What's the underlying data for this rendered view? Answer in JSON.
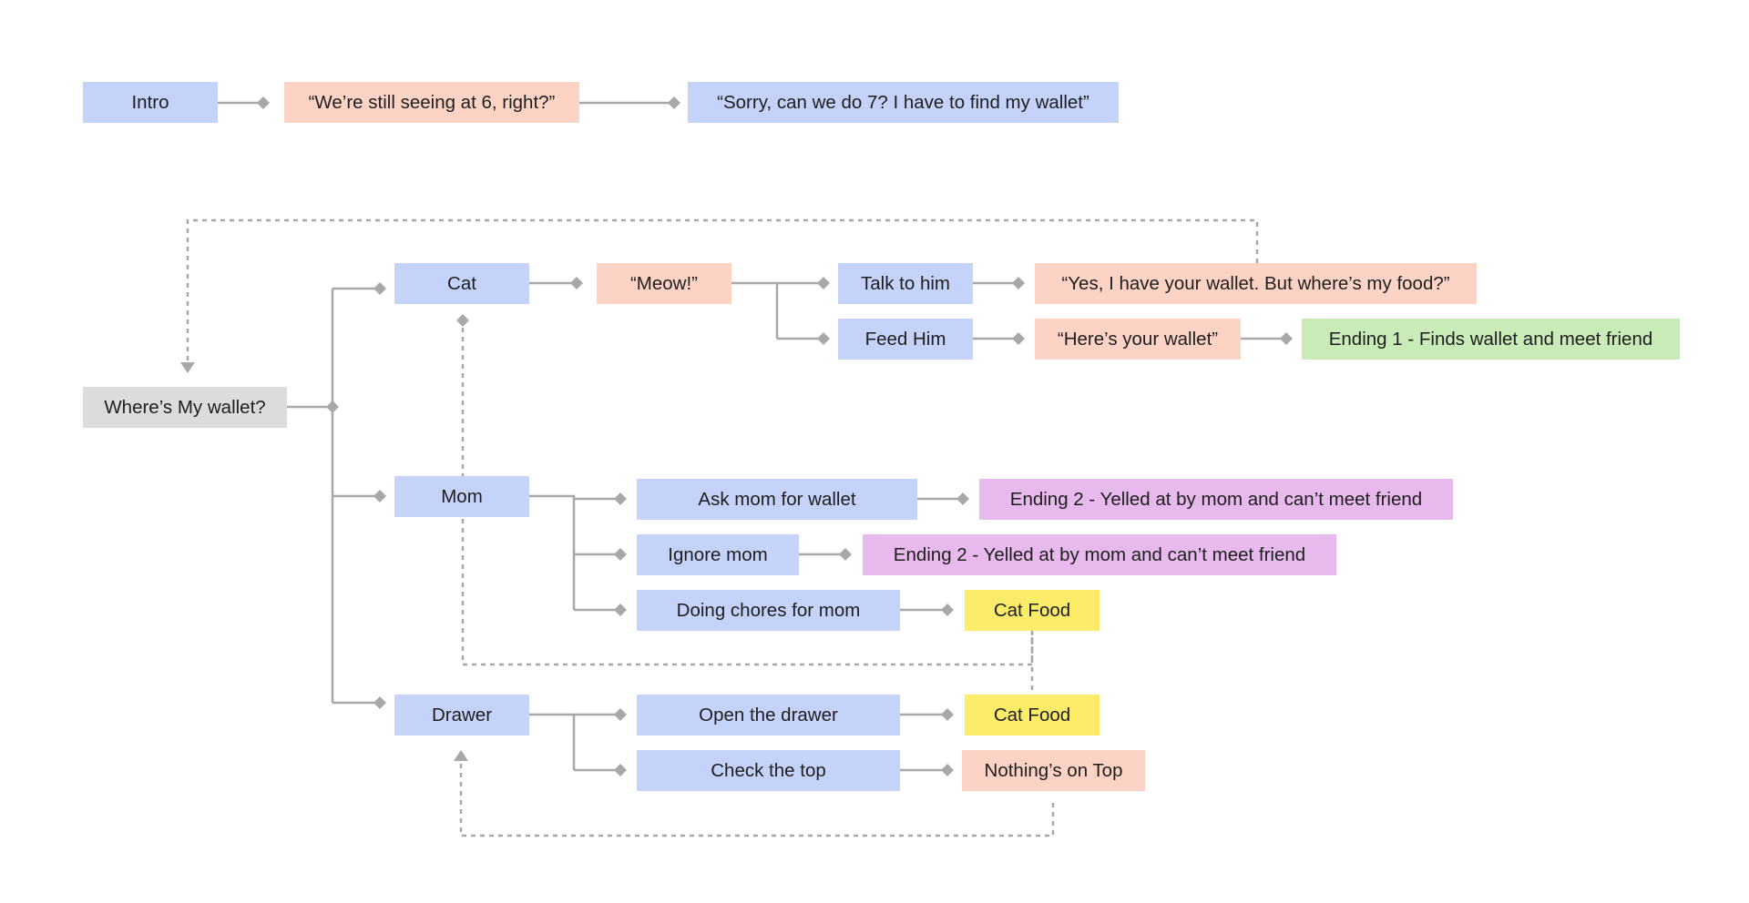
{
  "colors": {
    "character": "#c5d3fb",
    "dialogue": "#fdd3c6",
    "start": "#dcdcdc",
    "good_ending": "#c9ebb8",
    "bad_ending": "#e7b9ec",
    "item": "#fdec6a",
    "connector": "#a8a8a8"
  },
  "intro": {
    "intro": "Intro",
    "question": "“We’re still seeing at 6, right?”",
    "answer": "“Sorry, can we do 7? I have to find my wallet”"
  },
  "start": "Where’s My wallet?",
  "cat": {
    "label": "Cat",
    "meow": "“Meow!”",
    "talk": "Talk to him",
    "talk_reply": "“Yes, I have your wallet. But where’s my food?”",
    "feed": "Feed Him",
    "feed_reply": "“Here’s your wallet”",
    "ending": "Ending 1 - Finds wallet and meet friend"
  },
  "mom": {
    "label": "Mom",
    "ask": "Ask mom for wallet",
    "ask_ending": "Ending 2 - Yelled at by mom and can’t meet friend",
    "ignore": "Ignore mom",
    "ignore_ending": "Ending 2 - Yelled at by mom and can’t meet friend",
    "chores": "Doing chores for mom",
    "chores_item": "Cat Food"
  },
  "drawer": {
    "label": "Drawer",
    "open": "Open the drawer",
    "open_item": "Cat Food",
    "top": "Check the top",
    "top_result": "Nothing’s on Top"
  }
}
